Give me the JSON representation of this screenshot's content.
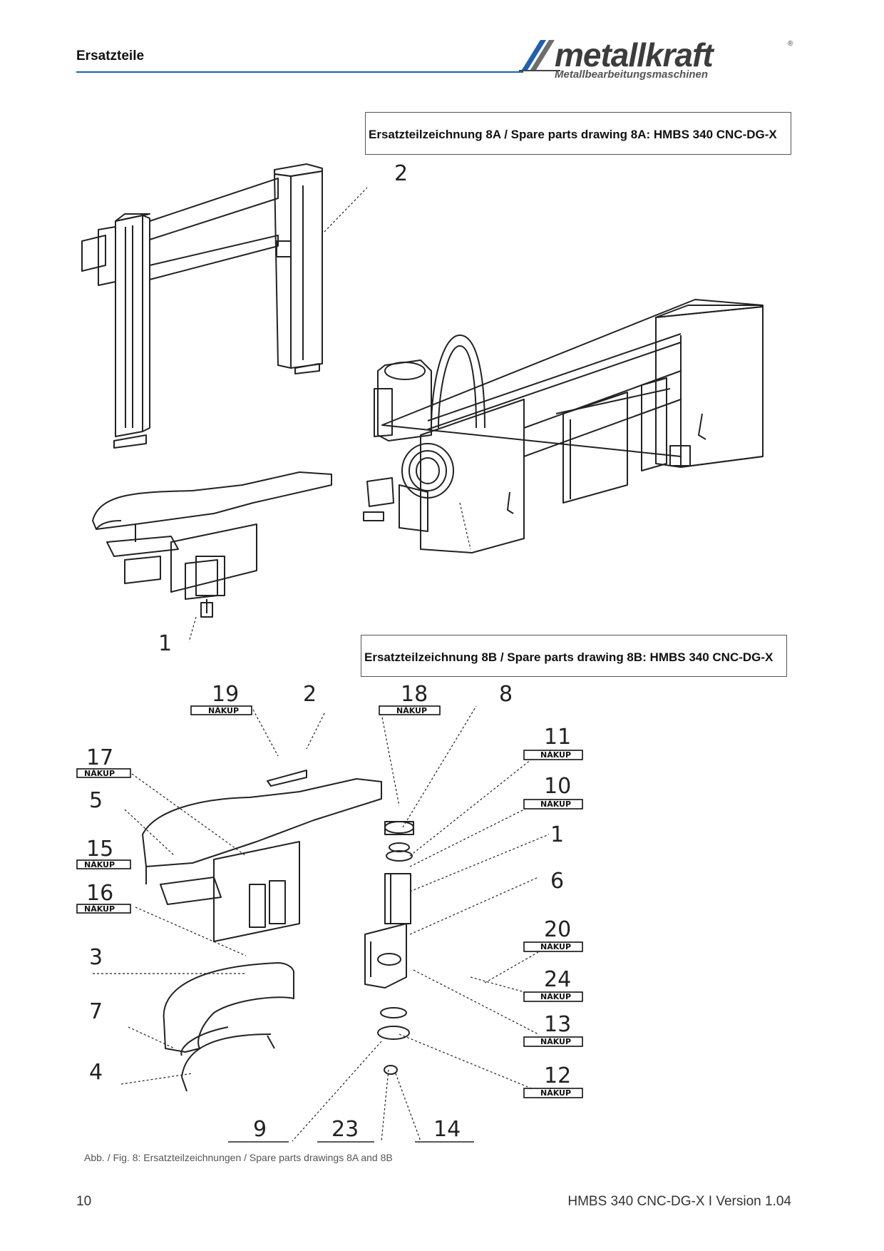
{
  "header": {
    "section_title": "Ersatzteile",
    "logo_text": "metallkraft",
    "logo_subtitle": "Metallbearbeitungsmaschinen",
    "logo_reg": "®"
  },
  "drawing_8a": {
    "title": "Ersatzteilzeichnung 8A / Spare parts drawing 8A: HMBS 340 CNC-DG-X",
    "callouts": [
      "2",
      "1"
    ]
  },
  "drawing_8b": {
    "title": "Ersatzteilzeichnung 8B / Spare parts drawing 8B: HMBS 340 CNC-DG-X",
    "tag_text": "NÁKUP",
    "callouts": {
      "c19": "19",
      "c2": "2",
      "c18": "18",
      "c8": "8",
      "c17": "17",
      "c5": "5",
      "c15": "15",
      "c16": "16",
      "c3": "3",
      "c7": "7",
      "c4": "4",
      "c11": "11",
      "c10": "10",
      "c1": "1",
      "c6": "6",
      "c20": "20",
      "c24": "24",
      "c13": "13",
      "c12": "12",
      "c9": "9",
      "c23": "23",
      "c14": "14"
    }
  },
  "caption": "Abb. / Fig. 8: Ersatzteilzeichnungen / Spare parts drawings 8A and 8B",
  "footer": {
    "page_number": "10",
    "doc_version": "HMBS 340 CNC-DG-X I Version 1.04"
  }
}
